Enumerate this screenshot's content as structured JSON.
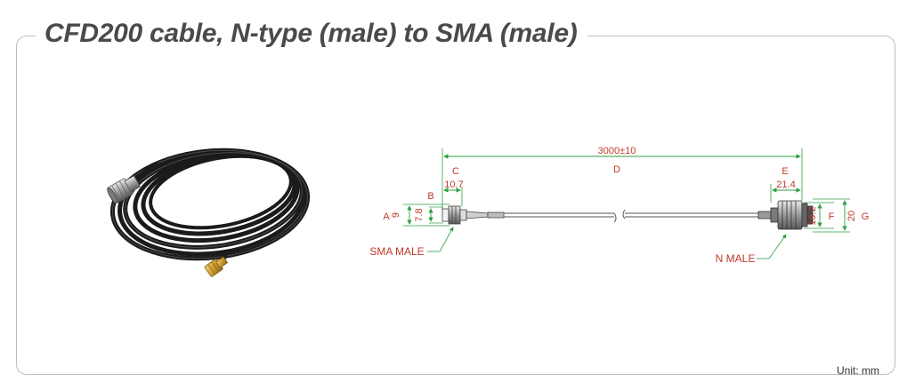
{
  "title": "CFD200 cable, N-type (male) to SMA (male)",
  "unit_label": "Unit: mm",
  "drawing": {
    "labels": {
      "a": "A",
      "b": "B",
      "c": "C",
      "d": "D",
      "e": "E",
      "f": "F",
      "g": "G"
    },
    "dims": {
      "a_value": "9",
      "b_value": "7.8",
      "c_value": "10.7",
      "d_value": "3000±10",
      "e_value": "21.4",
      "f_value": "19.2",
      "g_value": "20"
    },
    "callouts": {
      "sma": "SMA MALE",
      "n": "N MALE"
    }
  },
  "colors": {
    "dimension_line": "#2ea043",
    "dimension_text": "#c0392b",
    "cable": "#555555",
    "frame": "#bdbdbd"
  }
}
